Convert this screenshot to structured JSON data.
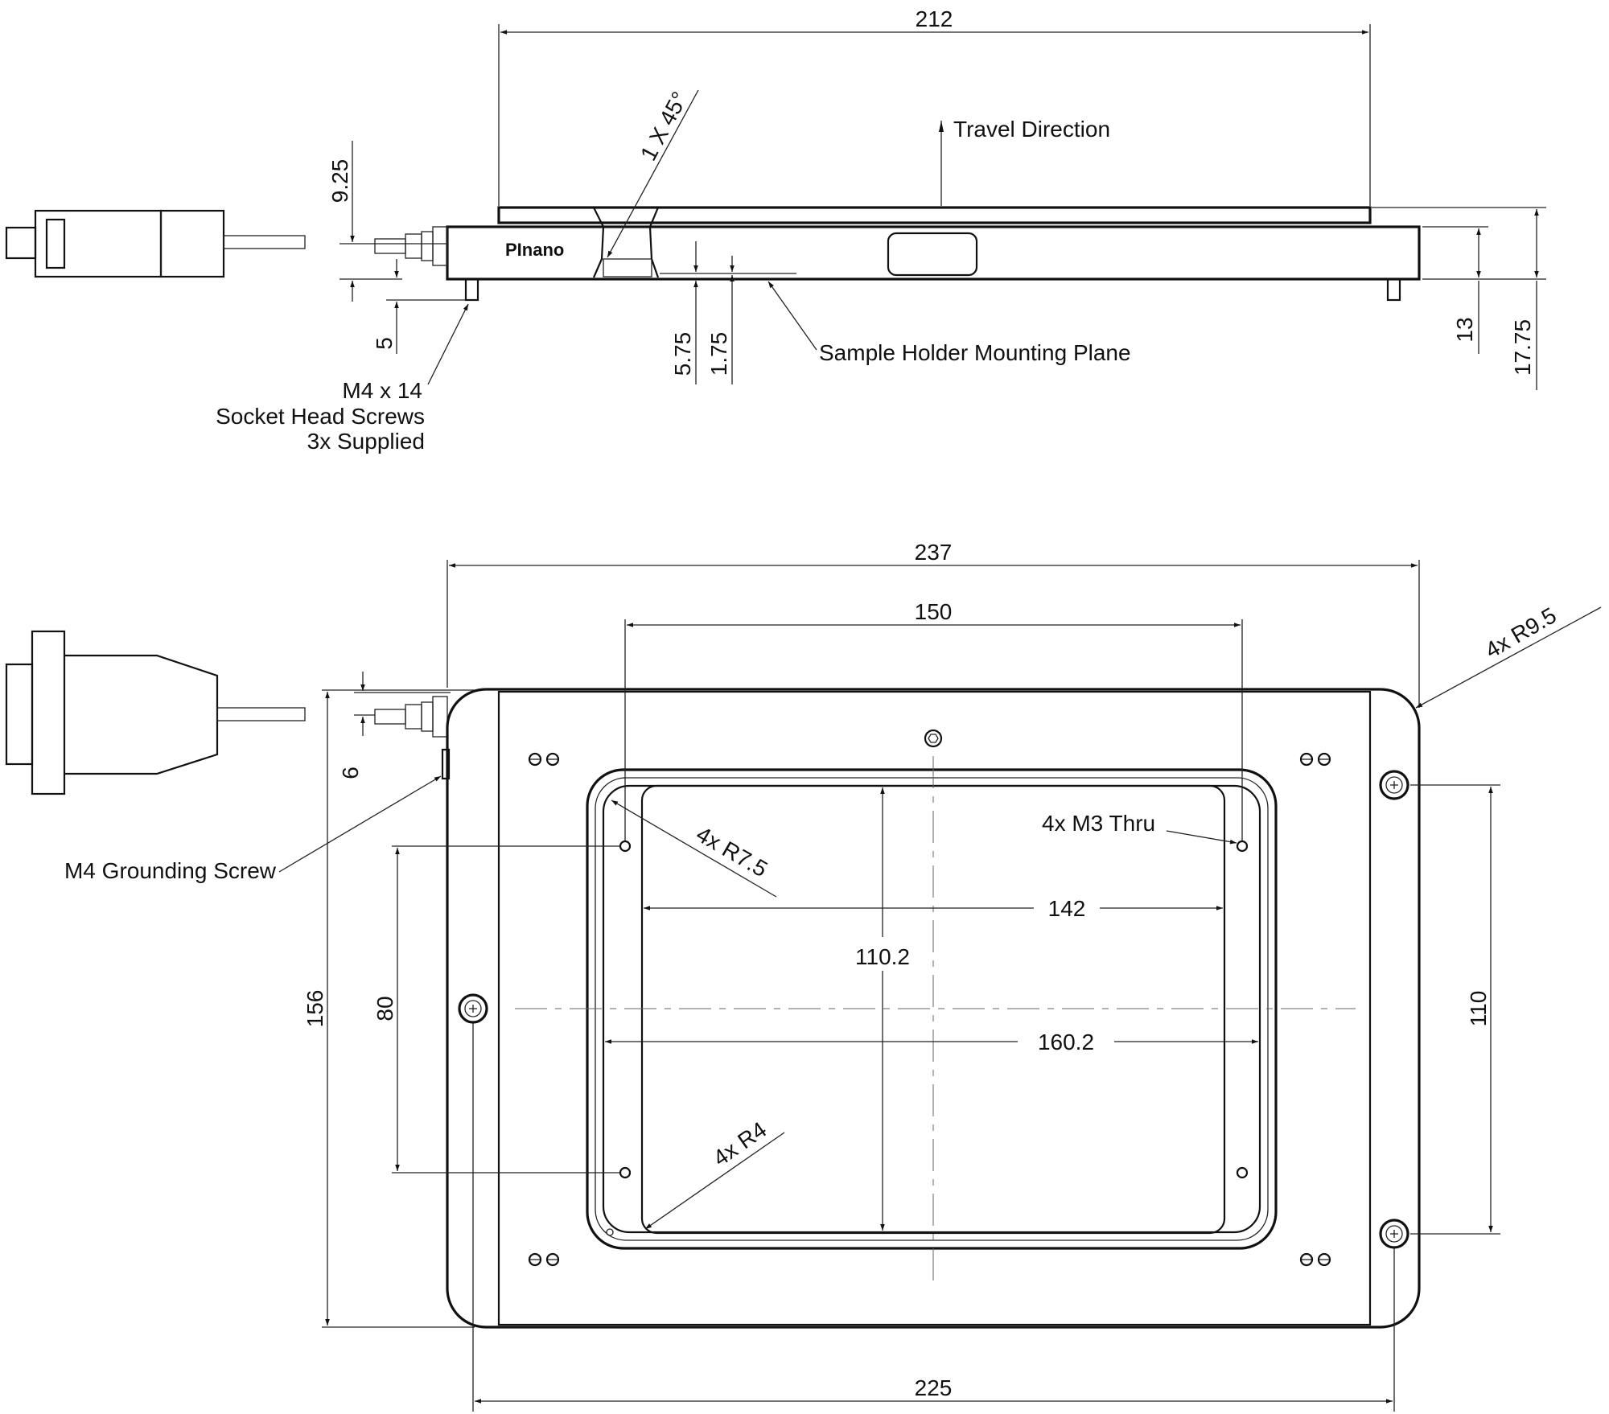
{
  "dimensions": {
    "top_width": "212",
    "chamfer": "1 X 45°",
    "h_925": "9.25",
    "h_5": "5",
    "h_575": "5.75",
    "h_175": "1.75",
    "h_13": "13",
    "h_1775": "17.75",
    "outer_width": "237",
    "inner_150": "150",
    "radius_95": "4x R9.5",
    "h_6": "6",
    "radius_75": "4x R7.5",
    "m3": "4x M3 Thru",
    "w_142": "142",
    "h_1102": "110.2",
    "h_156": "156",
    "h_80": "80",
    "w_1602": "160.2",
    "h_110": "110",
    "radius_4": "4x R4",
    "bottom_225": "225"
  },
  "labels": {
    "travel_direction": "Travel Direction",
    "mounting_plane": "Sample Holder Mounting Plane",
    "screws_line1": "M4 x 14",
    "screws_line2": "Socket Head Screws",
    "screws_line3": "3x Supplied",
    "grounding": "M4 Grounding Screw",
    "logo": "PInano"
  }
}
